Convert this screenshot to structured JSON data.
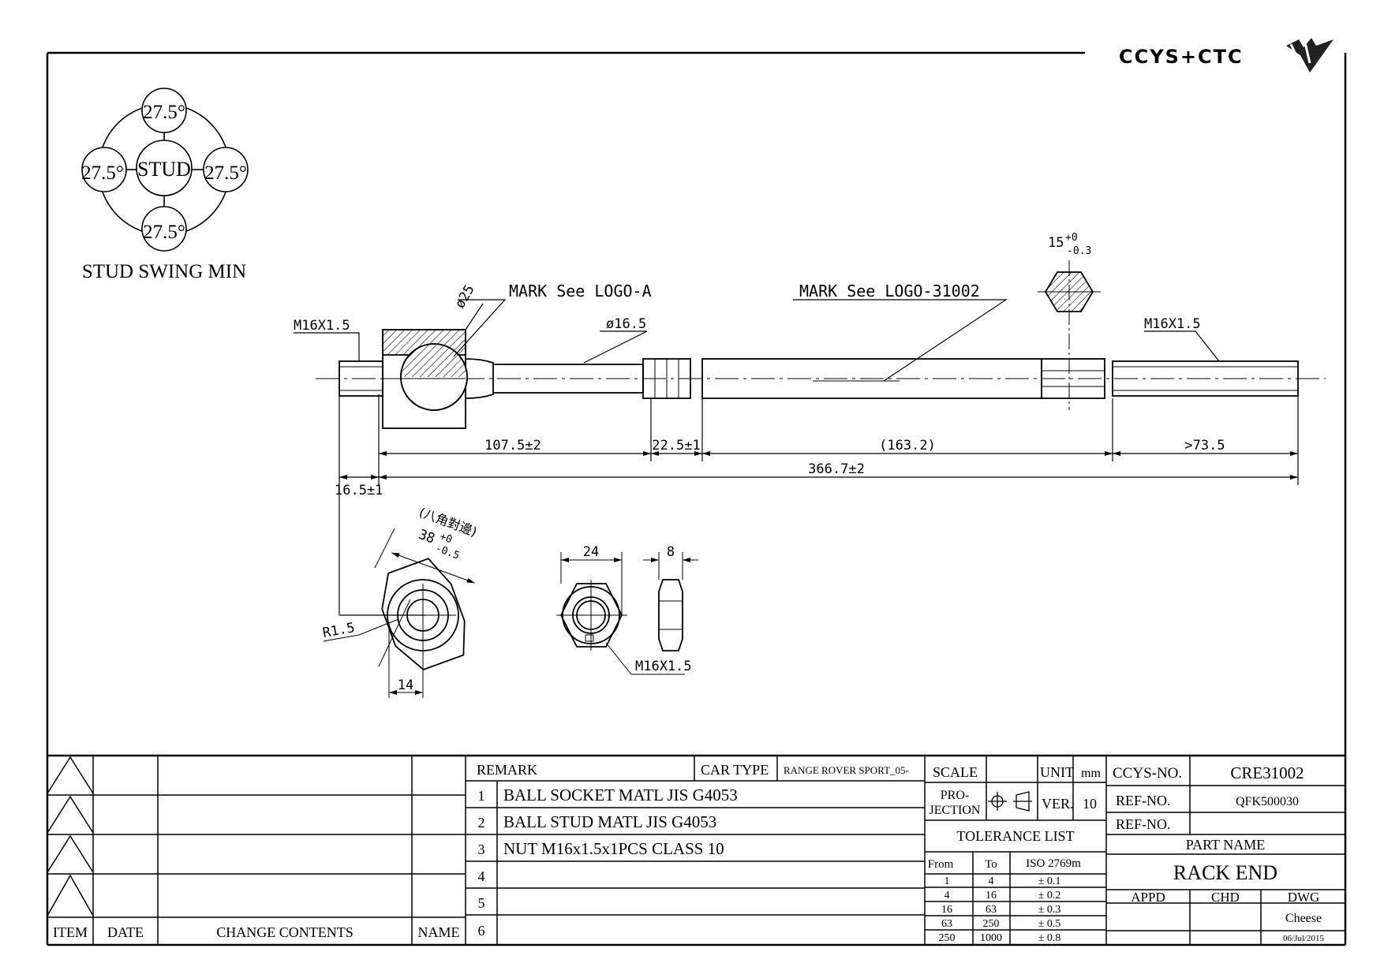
{
  "logo": {
    "text": "CCYS+CTC"
  },
  "stud_swing": {
    "center": "STUD",
    "angles": [
      "27.5°",
      "27.5°",
      "27.5°",
      "27.5°"
    ],
    "caption": "STUD SWING MIN"
  },
  "dimensions": {
    "thread_left": "M16X1.5",
    "thread_right": "M16X1.5",
    "socket_dia": "ø25",
    "shaft_dia": "ø16.5",
    "mark_a": "MARK See LOGO-A",
    "mark_b": "MARK See LOGO-31002",
    "flat": "15",
    "flat_tol_upper": "+0",
    "flat_tol_lower": "-0.3",
    "d1": "107.5±2",
    "d2": "22.5±1",
    "d3": "(163.2)",
    "d4": ">73.5",
    "total": "366.7±2",
    "offset": "16.5±1",
    "octagon_note": "(八角對邊)",
    "octagon_size": "38",
    "octagon_tol_upper": "+0",
    "octagon_tol_lower": "-0.5",
    "radius": "R1.5",
    "slot": "14",
    "nut_width": "24",
    "nut_thickness": "8",
    "nut_thread": "M16X1.5"
  },
  "revision_table": {
    "headers": [
      "ITEM",
      "DATE",
      "CHANGE CONTENTS",
      "NAME"
    ]
  },
  "remarks": {
    "label": "REMARK",
    "car_type_label": "CAR TYPE",
    "car_type": "RANGE ROVER SPORT_05-",
    "items": [
      {
        "no": "1",
        "text": "BALL SOCKET MATL JIS G4053"
      },
      {
        "no": "2",
        "text": "BALL STUD MATL JIS G4053"
      },
      {
        "no": "3",
        "text": "NUT M16x1.5x1PCS CLASS 10"
      },
      {
        "no": "4",
        "text": ""
      },
      {
        "no": "5",
        "text": ""
      },
      {
        "no": "6",
        "text": ""
      }
    ]
  },
  "title_block": {
    "scale_label": "SCALE",
    "unit_label": "UNIT",
    "unit": "mm",
    "projection_label_1": "PRO-",
    "projection_label_2": "JECTION",
    "ver_label": "VER.",
    "ver": "10",
    "tolerance_title": "TOLERANCE LIST",
    "tolerance_headers": [
      "From",
      "To",
      "ISO 2769m"
    ],
    "tolerance_rows": [
      [
        "1",
        "4",
        "± 0.1"
      ],
      [
        "4",
        "16",
        "± 0.2"
      ],
      [
        "16",
        "63",
        "± 0.3"
      ],
      [
        "63",
        "250",
        "± 0.5"
      ],
      [
        "250",
        "1000",
        "± 0.8"
      ]
    ],
    "ccys_no_label": "CCYS-NO.",
    "ccys_no": "CRE31002",
    "ref_no_label": "REF-NO.",
    "ref_no": "QFK500030",
    "ref_no2_label": "REF-NO.",
    "ref_no2": "",
    "part_name_label": "PART NAME",
    "part_name": "RACK END",
    "appd_label": "APPD",
    "chd_label": "CHD",
    "dwg_label": "DWG",
    "dwg_by": "Cheese",
    "date": "06/Jul/2015"
  }
}
